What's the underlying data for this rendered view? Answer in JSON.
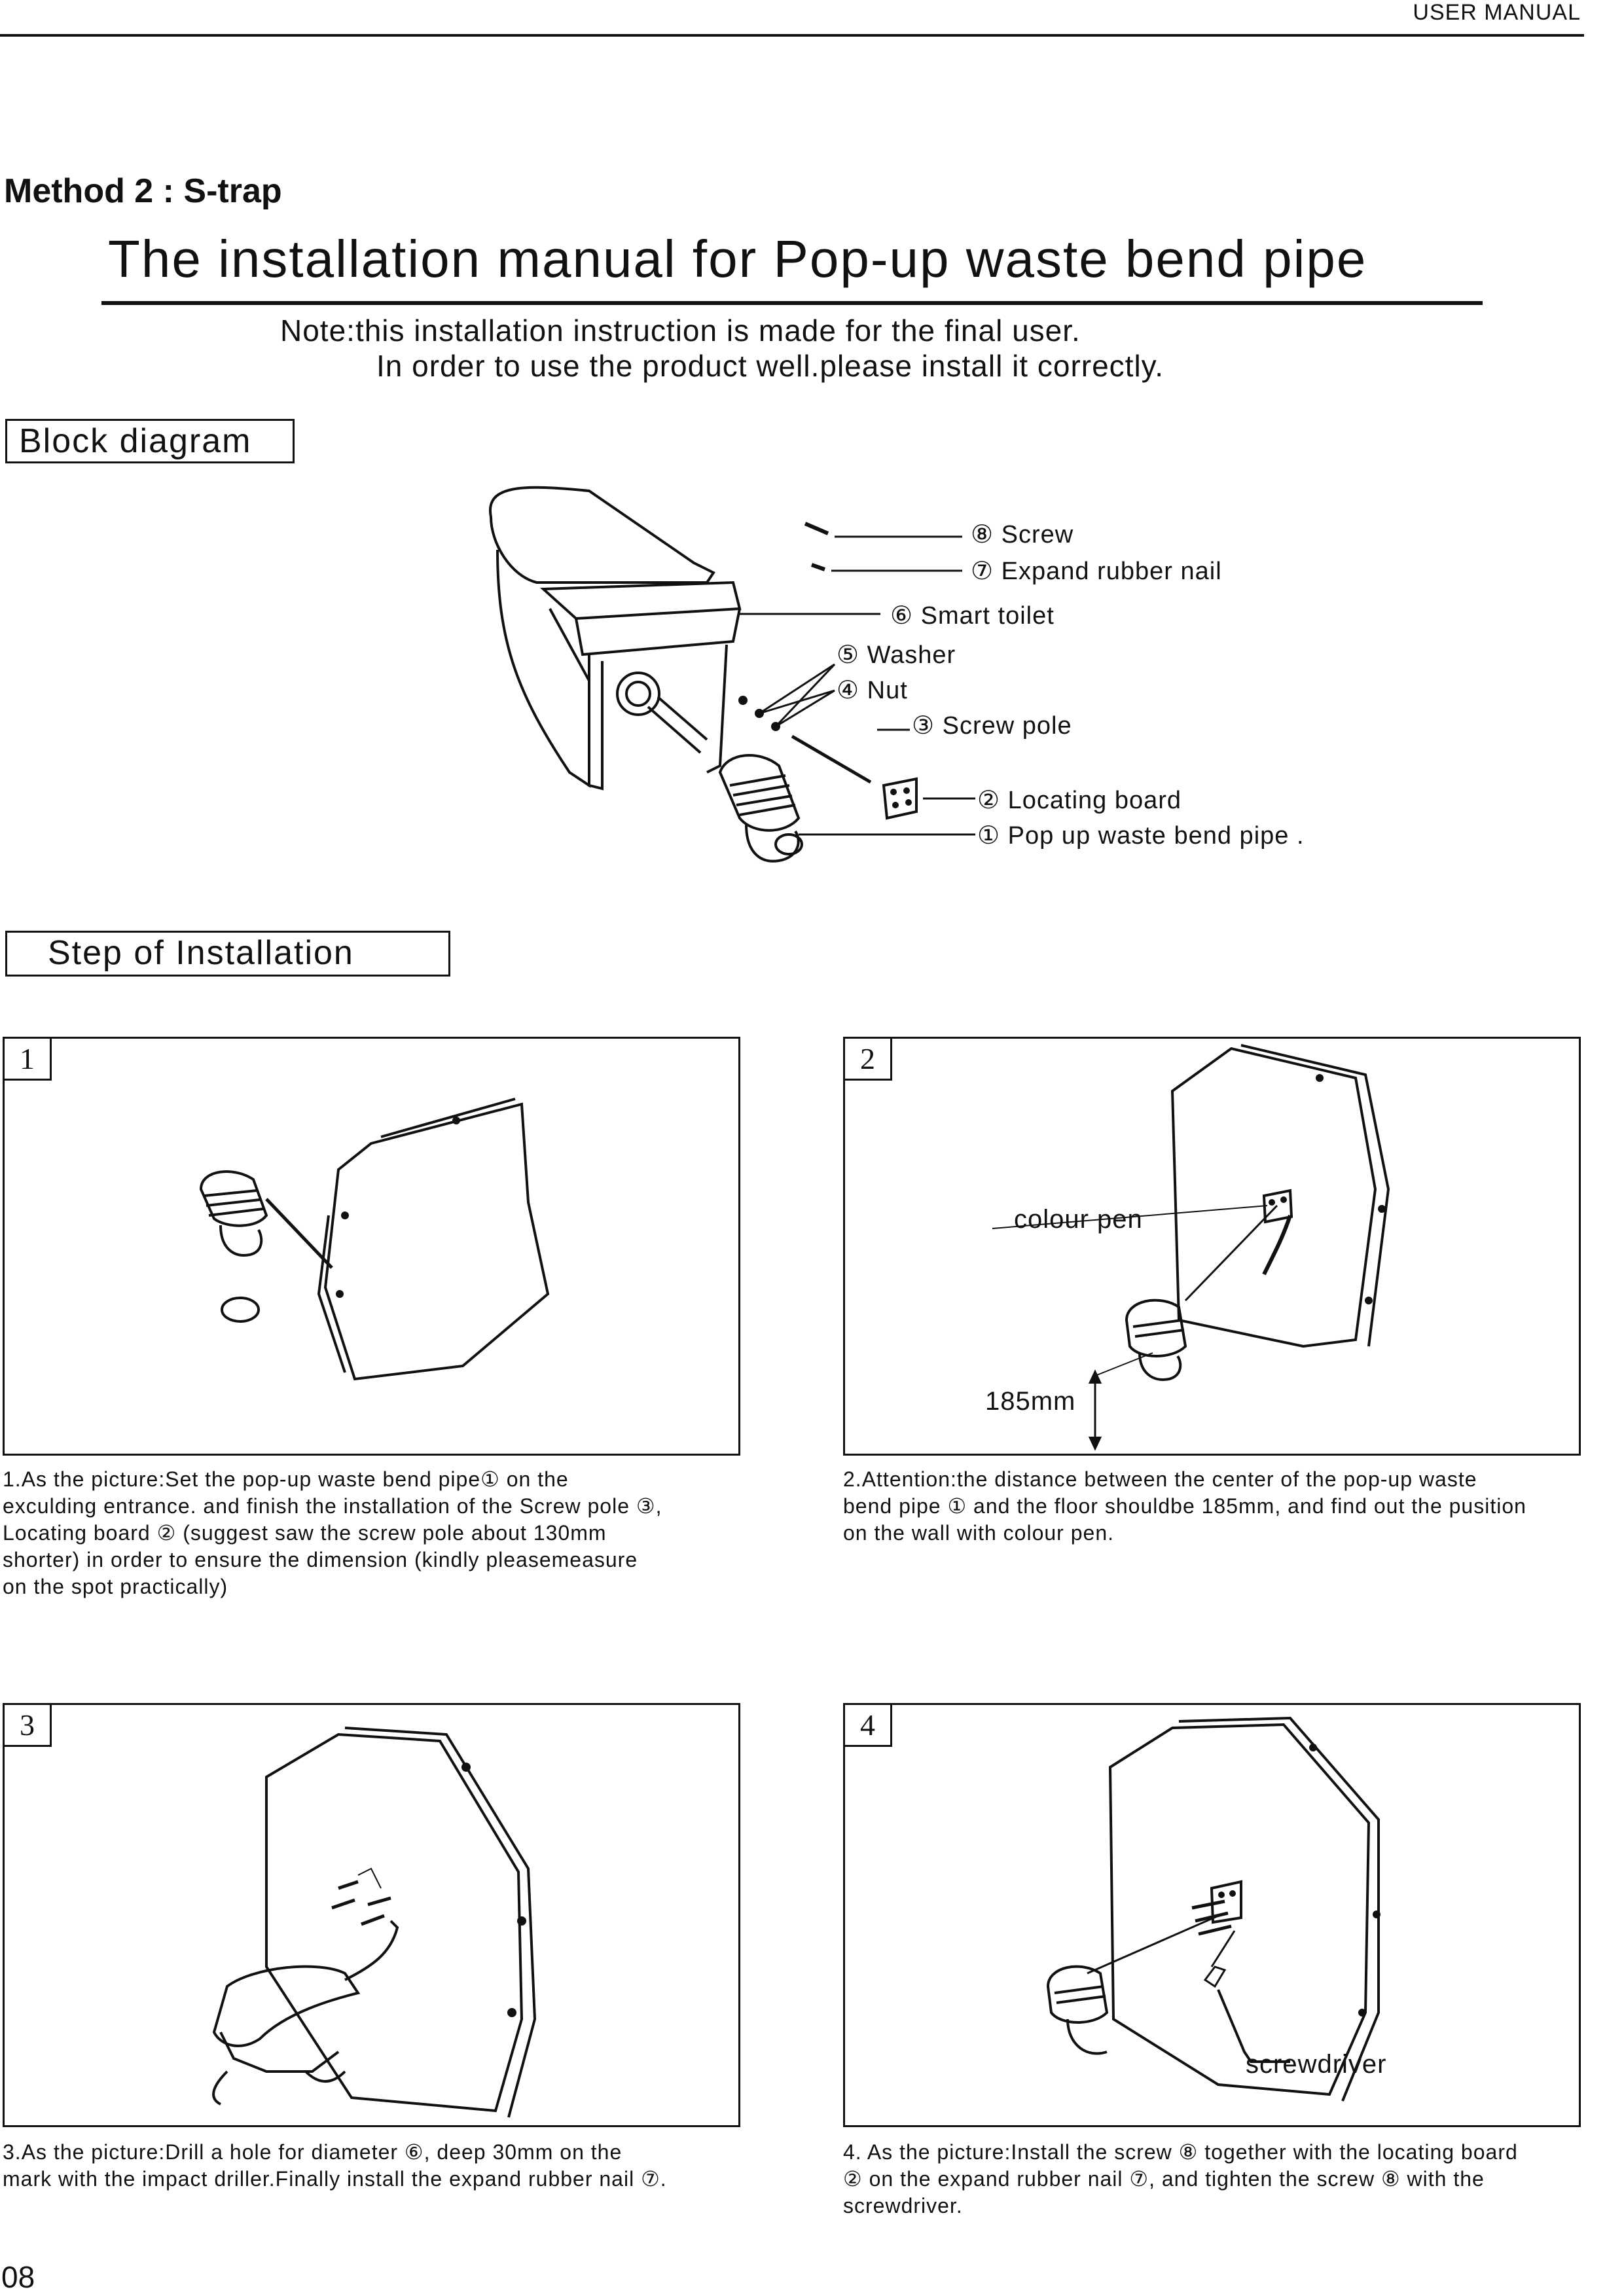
{
  "header": {
    "label": "USER MANUAL"
  },
  "method": "Method 2 : S-trap",
  "title": "The installation manual for Pop-up waste bend pipe",
  "note": {
    "line1": "Note:this installation instruction is made for the final user.",
    "line2": "In order to use the product well.please install it correctly."
  },
  "block_diagram": {
    "heading": "Block diagram",
    "parts": [
      {
        "num": "⑧",
        "label": "Screw"
      },
      {
        "num": "⑦",
        "label": "Expand rubber nail"
      },
      {
        "num": "⑥",
        "label": "Smart toilet"
      },
      {
        "num": "⑤",
        "label": "Washer"
      },
      {
        "num": "④",
        "label": "Nut"
      },
      {
        "num": "③",
        "label": "Screw pole"
      },
      {
        "num": "②",
        "label": "Locating board"
      },
      {
        "num": "①",
        "label": "Pop up waste bend pipe ."
      }
    ]
  },
  "steps": {
    "heading": "Step of Installation",
    "items": [
      {
        "num": "1",
        "caption": "1.As the picture:Set the pop-up waste bend pipe① on the\nexculding entrance. and finish the installation of the Screw pole ③,\nLocating board ② (suggest saw the screw pole about 130mm\nshorter) in order to ensure the dimension (kindly pleasemeasure\non the spot practically)"
      },
      {
        "num": "2",
        "caption": "2.Attention:the distance between the center of the pop-up waste\nbend pipe ① and the floor shouldbe 185mm, and find out the pusition\non the wall with colour pen.",
        "labels": {
          "pen": "colour pen",
          "height": "185mm"
        }
      },
      {
        "num": "3",
        "caption": "3.As the picture:Drill a hole for diameter ⑥, deep 30mm on the\nmark with the impact driller.Finally install the expand rubber nail ⑦."
      },
      {
        "num": "4",
        "caption": "4. As the picture:Install the screw ⑧ together with the locating board\n② on the expand rubber nail ⑦, and tighten the screw ⑧ with the\nscrewdriver.",
        "labels": {
          "tool": "screwdriver"
        }
      }
    ]
  },
  "page_number": "08"
}
